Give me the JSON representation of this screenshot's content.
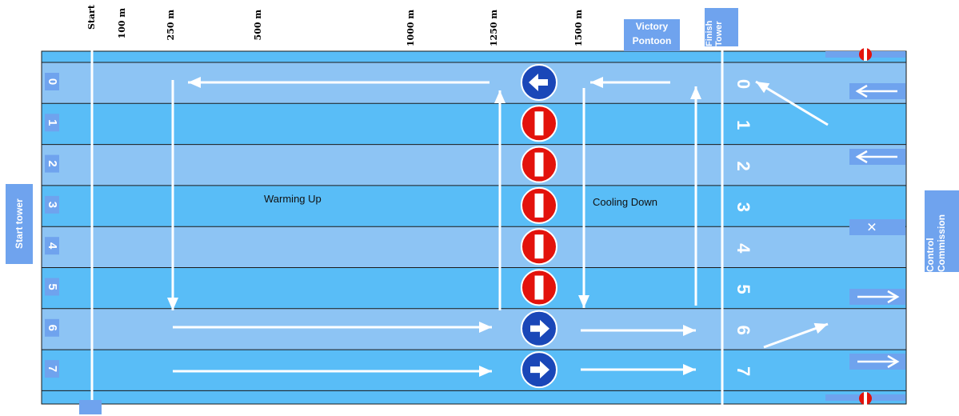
{
  "title": "Race course",
  "distance_markers": [
    "Start",
    "100 m",
    "250 m",
    "500 m",
    "1000 m",
    "1250 m",
    "1500 m"
  ],
  "finish_tower_label": "Finish Tower",
  "victory_pontoon_label": "Victory Pontoon",
  "start_tower_label": "Start tower",
  "control_commission_label": "Control Commission",
  "lanes": [
    "0",
    "1",
    "2",
    "3",
    "4",
    "5",
    "6",
    "7"
  ],
  "zones": {
    "warming_up": "Warming Up",
    "cooling_down": "Cooling Down"
  },
  "signs": [
    "arrow-left",
    "no-entry",
    "no-entry",
    "no-entry",
    "no-entry",
    "no-entry",
    "arrow-right",
    "arrow-right"
  ],
  "right_signs": [
    "arrow-left",
    "arrow-left",
    "cross",
    "arrow-right",
    "arrow-right"
  ],
  "colors": {
    "lane_light": "#8dc4f4",
    "lane_dark": "#59bdf7",
    "sign_blue": "#1a47b8",
    "sign_red": "#e3120b",
    "label_bg": "#6fa3ee"
  }
}
